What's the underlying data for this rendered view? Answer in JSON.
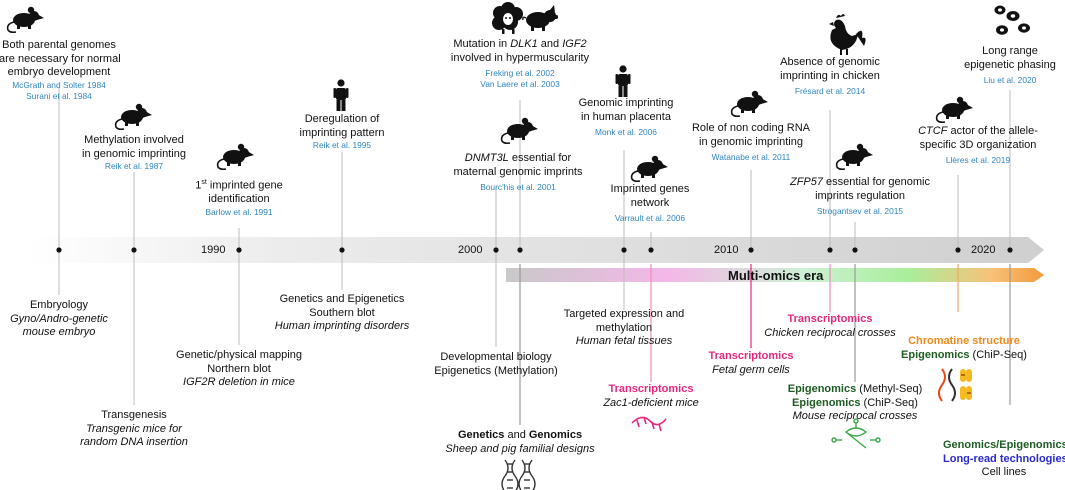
{
  "colors": {
    "citation": "#2f86c0",
    "transcriptomics": "#e6287f",
    "epigenomics": "#1d5c22",
    "chromatin": "#f28a1c",
    "long_read": "#2a2ad0",
    "axis": "#d9d9d9"
  },
  "axis": {
    "years": [
      "1990",
      "2000",
      "2010",
      "2020"
    ],
    "era_label": "Multi-omics era"
  },
  "milestones_above": [
    {
      "l1": "Both parental genomes",
      "l2": "are necessary for normal",
      "l3": "embryo development",
      "c1": "McGrath and Solter 1984",
      "c2": "Surani et al. 1984",
      "icon": "mouse-icon"
    },
    {
      "l1": "Methylation involved",
      "l2": "in genomic imprinting",
      "c1": "Reik et al. 1987",
      "icon": "mouse-icon"
    },
    {
      "sup_pre": "1",
      "sup": "st",
      "l1": " imprinted gene",
      "l2": "identification",
      "c1": "Barlow et al. 1991",
      "icon": "mouse-icon"
    },
    {
      "l1": "Deregulation of",
      "l2": "imprinting pattern",
      "c1": "Reik et al. 1995",
      "icon": "human-icon"
    },
    {
      "l1_pre": "Mutation in ",
      "l1_g1": "DLK1",
      "l1_mid": " and ",
      "l1_g2": "IGF2",
      "l2": "involved in hypermuscularity",
      "c1": "Freking et al. 2002",
      "c2": "Van Laere et al. 2003",
      "icon": "sheep-and-pig-icon"
    },
    {
      "l1_g": "DNMT3L",
      "l1": " essential for",
      "l2": "maternal genomic imprints",
      "c1": "Bourc'his et al. 2001",
      "icon": "mouse-icon"
    },
    {
      "l1": "Genomic imprinting",
      "l2": "in human placenta",
      "c1": "Monk et al. 2006",
      "icon": "human-icon"
    },
    {
      "l1": "Imprinted genes",
      "l2": "network",
      "c1": "Varrault et al. 2006",
      "icon": "mouse-icon"
    },
    {
      "l1": "Role of non coding RNA",
      "l2": "in genomic imprinting",
      "c1": "Watanabe et al. 2011",
      "icon": "mouse-icon"
    },
    {
      "l1": "Absence of genomic",
      "l2": "imprinting in chicken",
      "c1": "Frésard et al. 2014",
      "icon": "chicken-icon"
    },
    {
      "l1_g": "ZFP57",
      "l1": " essential for genomic",
      "l2": "imprints regulation",
      "c1": "Strogantsev et al. 2015",
      "icon": "mouse-icon"
    },
    {
      "l1_g": "CTCF",
      "l1": " actor of the allele-",
      "l2": "specific 3D organization",
      "c1": "Llères et al. 2019",
      "icon": "mouse-icon"
    },
    {
      "l1": "Long range",
      "l2": "epigenetic phasing",
      "c1": "Liu et al. 2020",
      "icon": "cells-icon"
    }
  ],
  "methods_below": [
    {
      "l1": "Embryology",
      "l2": "Gyno/Andro-genetic",
      "l3": "mouse embryo"
    },
    {
      "l1": "Transgenesis",
      "l2": "Transgenic mice for",
      "l3": "random DNA insertion"
    },
    {
      "l1": "Genetic/physical mapping",
      "l2": "Northern blot",
      "l3": "IGF2R deletion in mice"
    },
    {
      "l1": "Genetics and Epigenetics",
      "l2": "Southern blot",
      "l3": "Human imprinting disorders"
    },
    {
      "l1": "Developmental biology",
      "l2": "Epigenetics (Methylation)"
    },
    {
      "l1a": "Genetics",
      "l1b": " and ",
      "l1c": "Genomics",
      "l2": "Sheep and pig familial designs",
      "icon": "dna-helix-icon"
    },
    {
      "l1": "Targeted expression and",
      "l2": "methylation",
      "l3": "Human fetal tissues"
    },
    {
      "l1": "Transcriptomics",
      "l2": "Zac1-deficient mice",
      "icon": "rna-strand-icon"
    },
    {
      "l1": "Transcriptomics",
      "l2": "Fetal germ cells"
    },
    {
      "l1": "Transcriptomics",
      "l2": "Chicken reciprocal crosses"
    },
    {
      "r1a": "Epigenomics",
      "r1b": " (Methyl-Seq)",
      "r2a": "Epigenomics",
      "r2b": " (ChiP-Seq)",
      "r3": "Mouse reciprocal crosses",
      "icon": "dna-circuit-icon"
    },
    {
      "r1": "Chromatine structure",
      "r2a": "Epigenomics",
      "r2b": " (ChiP-Seq)",
      "icon": "chromosome-icon"
    },
    {
      "r1": "Genomics/Epigenomics",
      "r2": "Long-read technologies",
      "r3": "Cell lines"
    }
  ]
}
